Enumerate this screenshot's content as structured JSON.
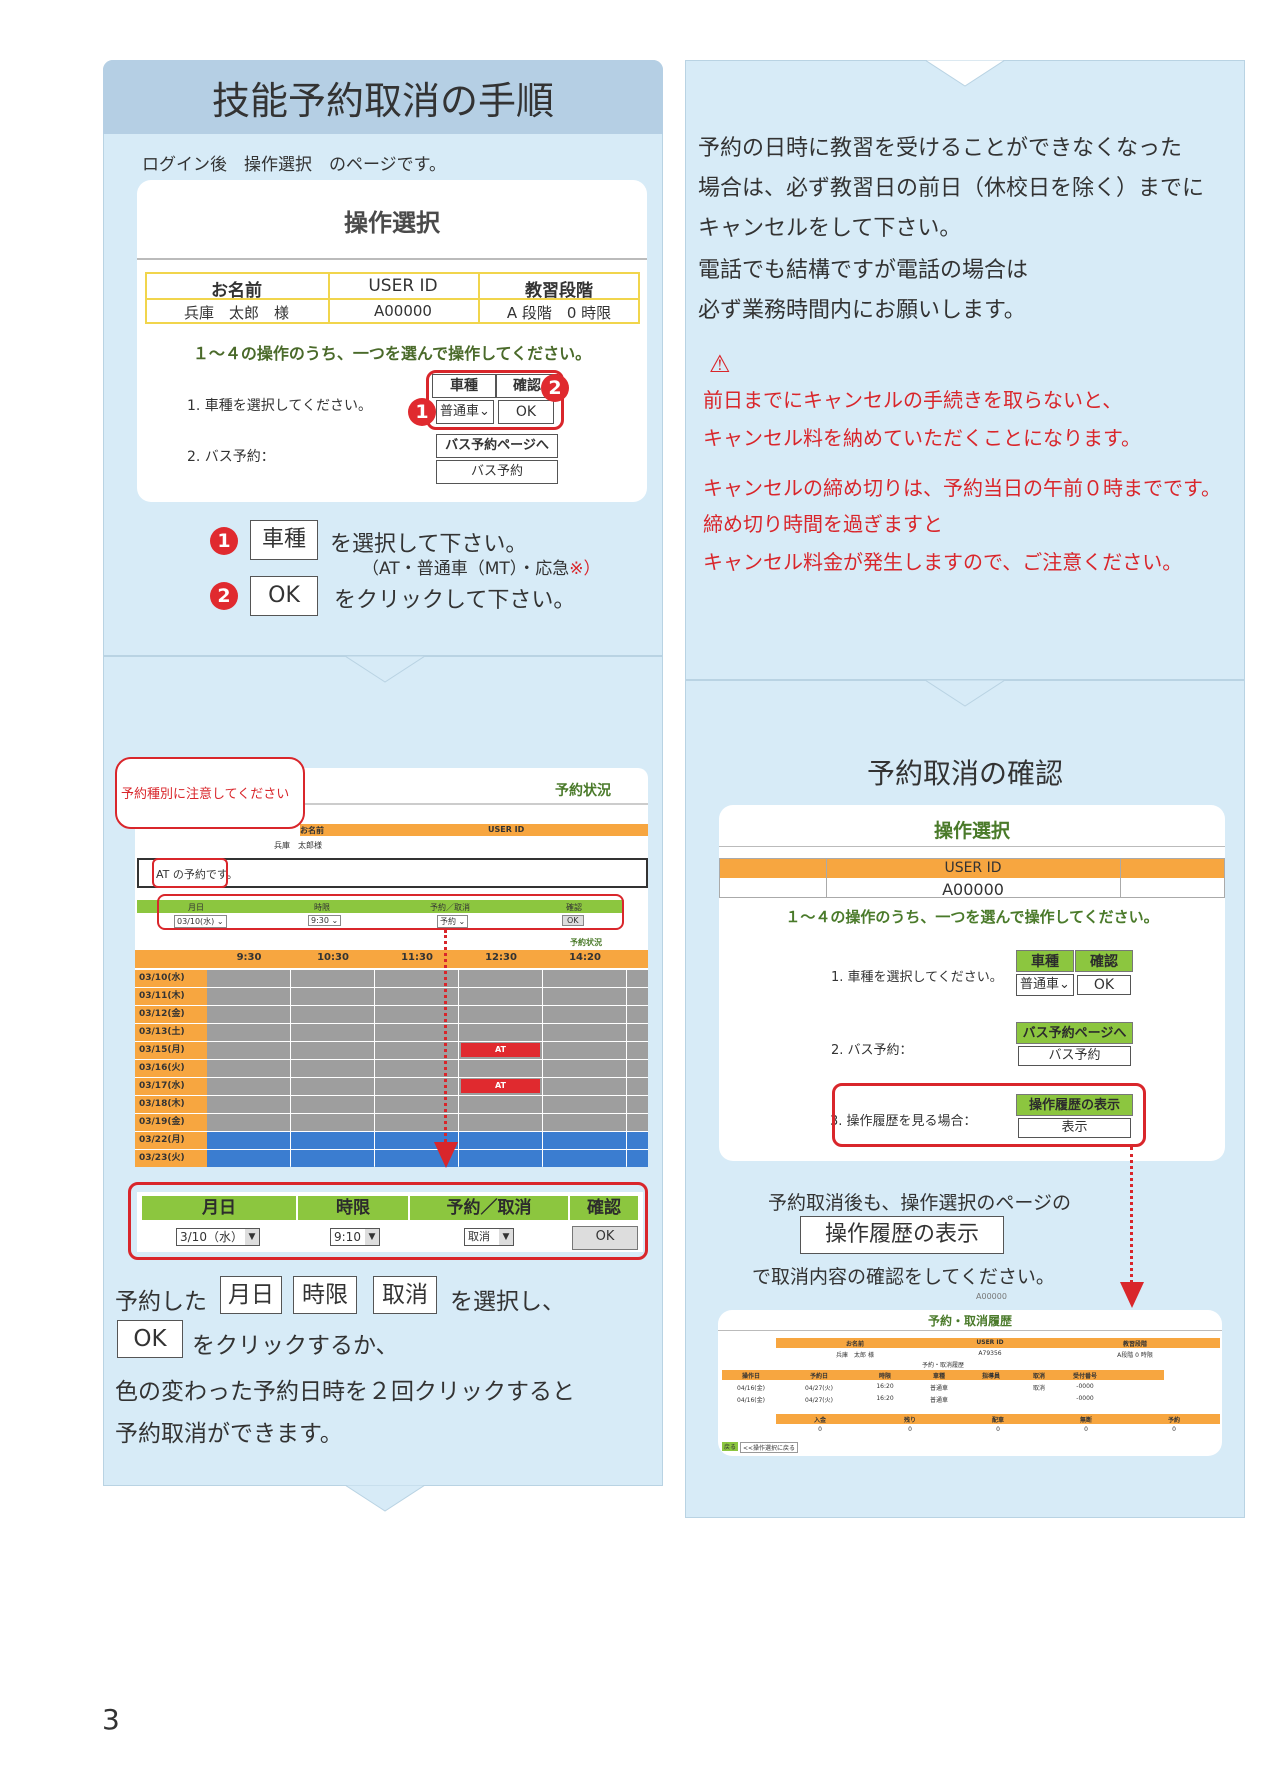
{
  "page_number": "3",
  "top_left": {
    "title": "技能予約取消の手順",
    "login_note": "ログイン後　操作選択　のページです。",
    "card_title": "操作選択",
    "info_headers": [
      "お名前",
      "USER  ID",
      "教習段階"
    ],
    "info_values": [
      "兵庫　太郎　様",
      "A00000",
      "A 段階　0 時限"
    ],
    "instruction": "１～４の操作のうち、一つを選んで操作してください。",
    "row1_label": "1. 車種を選択してください。",
    "row2_label": "2. バス予約：",
    "col_car": "車種",
    "col_confirm": "確認",
    "car_select": "普通車⌄",
    "ok": "OK",
    "bus_header": "バス予約ページへ",
    "bus_button": "バス予約",
    "num1": "1",
    "num2": "2",
    "step1_box": "車種",
    "step1_text": "を選択して下さい。",
    "step1_sub": "（AT・普通車（MT）・応急",
    "step1_mark": "※）",
    "step2_box": "OK",
    "step2_text": "をクリックして下さい。"
  },
  "top_right": {
    "para1": "予約の日時に教習を受けることができなくなった",
    "para2": "場合は、必ず教習日の前日（休校日を除く）までに",
    "para3": "キャンセルをして下さい。",
    "para4": "電話でも結構ですが電話の場合は",
    "para5": "必ず業務時間内にお願いします。",
    "warn_icon": "⚠",
    "warn1": "前日までにキャンセルの手続きを取らないと、",
    "warn2": "キャンセル料を納めていただくことになります。",
    "warn3": "キャンセルの締め切りは、予約当日の午前０時までです。",
    "warn4": "締め切り時間を過ぎますと",
    "warn5": "キャンセル料金が発生しますので、ご注意ください。"
  },
  "bottom_left": {
    "callout": "予約種別に注意してください",
    "screen_title": "予約状況",
    "name_h": "お名前",
    "user_h": "USER ID",
    "name_v": "兵庫　太郎様",
    "at_note": "AT の予約です。",
    "mini_headers": [
      "月日",
      "時限",
      "予約／取消",
      "確認"
    ],
    "mini_values": [
      "03/10(水) ⌄",
      "9:30 ⌄",
      "予約 ⌄",
      "OK"
    ],
    "status_label": "予約状況",
    "times": [
      "9:30",
      "10:30",
      "11:30",
      "12:30",
      "14:20"
    ],
    "dates": [
      "03/10(水)",
      "03/11(木)",
      "03/12(金)",
      "03/13(土)",
      "03/15(月)",
      "03/16(火)",
      "03/17(水)",
      "03/18(木)",
      "03/19(金)",
      "03/22(月)",
      "03/23(火)"
    ],
    "at_label": "AT",
    "big_headers": [
      "月日",
      "時限",
      "予約／取消",
      "確認"
    ],
    "big_values": [
      "3/10（水）",
      "9:10",
      "取消",
      "OK"
    ],
    "sel_arrow": "▼",
    "text1a": "予約した",
    "text1_box1": "月日",
    "text1_box2": "時限",
    "text1_box3": "取消",
    "text1b": "を選択し、",
    "text2_box": "OK",
    "text2": "をクリックするか、",
    "text3": "色の変わった予約日時を２回クリックすると",
    "text4": "予約取消ができます。"
  },
  "bottom_right": {
    "title": "予約取消の確認",
    "card_title": "操作選択",
    "user_h": "USER ID",
    "user_v": "A00000",
    "instruction": "１～４の操作のうち、一つを選んで操作してください。",
    "row1": "1. 車種を選択してください。",
    "col_car": "車種",
    "col_confirm": "確認",
    "car_select": "普通車⌄",
    "ok": "OK",
    "row2": "2. バス予約：",
    "bus_header": "バス予約ページへ",
    "bus_button": "バス予約",
    "row3": "3. 操作履歴を見る場合：",
    "hist_header": "操作履歴の表示",
    "hist_button": "表示",
    "after1": "予約取消後も、操作選択のページの",
    "after_box": "操作履歴の表示",
    "after2": "で取消内容の確認をしてください。",
    "hist_user": "A00000",
    "hist_title": "予約・取消履歴",
    "hist_headers": [
      "お名前",
      "USER ID",
      "教習段階"
    ],
    "hist_values": [
      "兵庫　太郎 様",
      "A79356",
      "A段階 0 時限"
    ],
    "hist_sub": "予約・取消履歴",
    "hist_cols": [
      "操作日",
      "予約日",
      "時限",
      "車種",
      "指導員",
      "取消",
      "受付番号"
    ],
    "hist_row1": [
      "04/16(金)",
      "04/27(火)",
      "16:20",
      "普通車",
      "",
      "取消",
      "-0000"
    ],
    "hist_row2": [
      "04/16(金)",
      "04/27(火)",
      "16:20",
      "普通車",
      "",
      "",
      "-0000"
    ],
    "sum_cols": [
      "入金",
      "残り",
      "配車",
      "無断",
      "予約"
    ],
    "sum_vals": [
      "0",
      "0",
      "0",
      "0",
      "0"
    ],
    "back_btn": "戻る",
    "back_link": "<<操作選択に戻る"
  },
  "colors": {
    "panel": "#d7ebf7",
    "title_band": "#b5cfe4",
    "accent_red": "#d9262b",
    "green": "#8cc63f",
    "orange": "#f7a640"
  }
}
